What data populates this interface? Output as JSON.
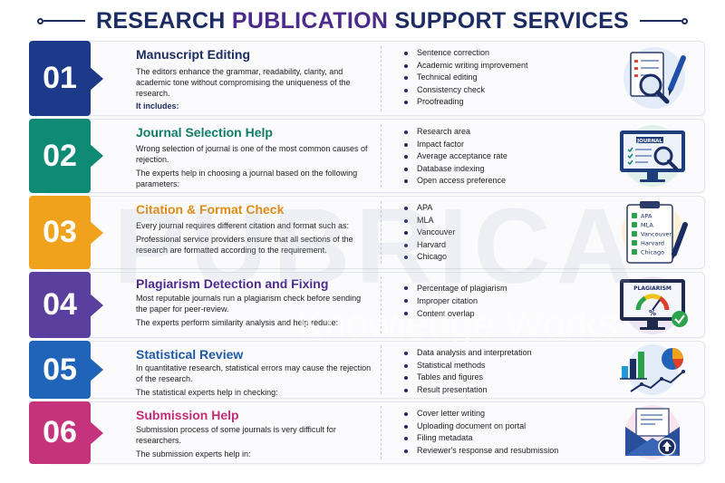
{
  "header": {
    "title_part1": "RESEARCH ",
    "title_part2": "PUBLICATION",
    "title_part3": " SUPPORT SERVICES"
  },
  "colors": {
    "navy": "#1b2c63",
    "purple": "#4b2a8c",
    "s1": "#1d3a8a",
    "s2": "#0f8a74",
    "s3": "#f0a21c",
    "s4": "#5b3f9e",
    "s5": "#1f64b8",
    "s6": "#c6337d"
  },
  "sections": [
    {
      "number": "01",
      "title": "Manuscript Editing",
      "desc": [
        "The editors enhance the grammar, readability, clarity, and academic tone without compromising the uniqueness of the research."
      ],
      "note": "It includes:",
      "bullets": [
        "Sentence correction",
        "Academic writing improvement",
        "Technical editing",
        "Consistency check",
        "Proofreading"
      ],
      "icon": "document-magnifier-pen-icon"
    },
    {
      "number": "02",
      "title": "Journal Selection Help",
      "desc": [
        "Wrong selection of journal is one of the most common causes of rejection.",
        "The experts help in choosing a journal based on the following parameters:"
      ],
      "bullets": [
        "Research area",
        "Impact factor",
        "Average acceptance rate",
        "Database indexing",
        "Open access preference"
      ],
      "icon": "journal-monitor-icon",
      "icon_text": "JOURNAL"
    },
    {
      "number": "03",
      "title": "Citation & Format Check",
      "desc": [
        "Every journal requires different citation and format such as:",
        "Professional service providers ensure that all sections of the research are formatted according to the requirement."
      ],
      "bullets": [
        "APA",
        "MLA",
        "Vancouver",
        "Harvard",
        "Chicago"
      ],
      "icon": "citation-clipboard-icon",
      "icon_items": [
        "APA",
        "MLA",
        "Vancouver",
        "Harvard",
        "Chicago"
      ]
    },
    {
      "number": "04",
      "title": "Plagiarism Detection and Fixing",
      "desc": [
        "Most reputable journals run a plagiarism check before sending the paper for peer-review.",
        "The experts perform similarity analysis and help reduce:"
      ],
      "bullets": [
        "Percentage of plagiarism",
        "Improper citation",
        "Content overlap"
      ],
      "icon": "plagiarism-gauge-monitor-icon",
      "icon_text": "PLAGIARISM",
      "icon_symbol": "%"
    },
    {
      "number": "05",
      "title": "Statistical Review",
      "desc": [
        "In quantitative research, statistical errors may cause the rejection of the research.",
        "The statistical experts help in checking:"
      ],
      "bullets": [
        "Data analysis and interpretation",
        "Statistical methods",
        "Tables and figures",
        "Result presentation"
      ],
      "icon": "statistics-charts-icon"
    },
    {
      "number": "06",
      "title": "Submission Help",
      "desc": [
        "Submission process of some journals is very difficult for researchers.",
        "The submission experts help in:"
      ],
      "bullets": [
        "Cover letter writing",
        "Uploading document on portal",
        "Filing metadata",
        "Reviewer's response and resubmission"
      ],
      "icon": "envelope-upload-icon"
    }
  ],
  "watermark": {
    "brand": "PUBRICA",
    "tagline": "Knowledge Works"
  }
}
